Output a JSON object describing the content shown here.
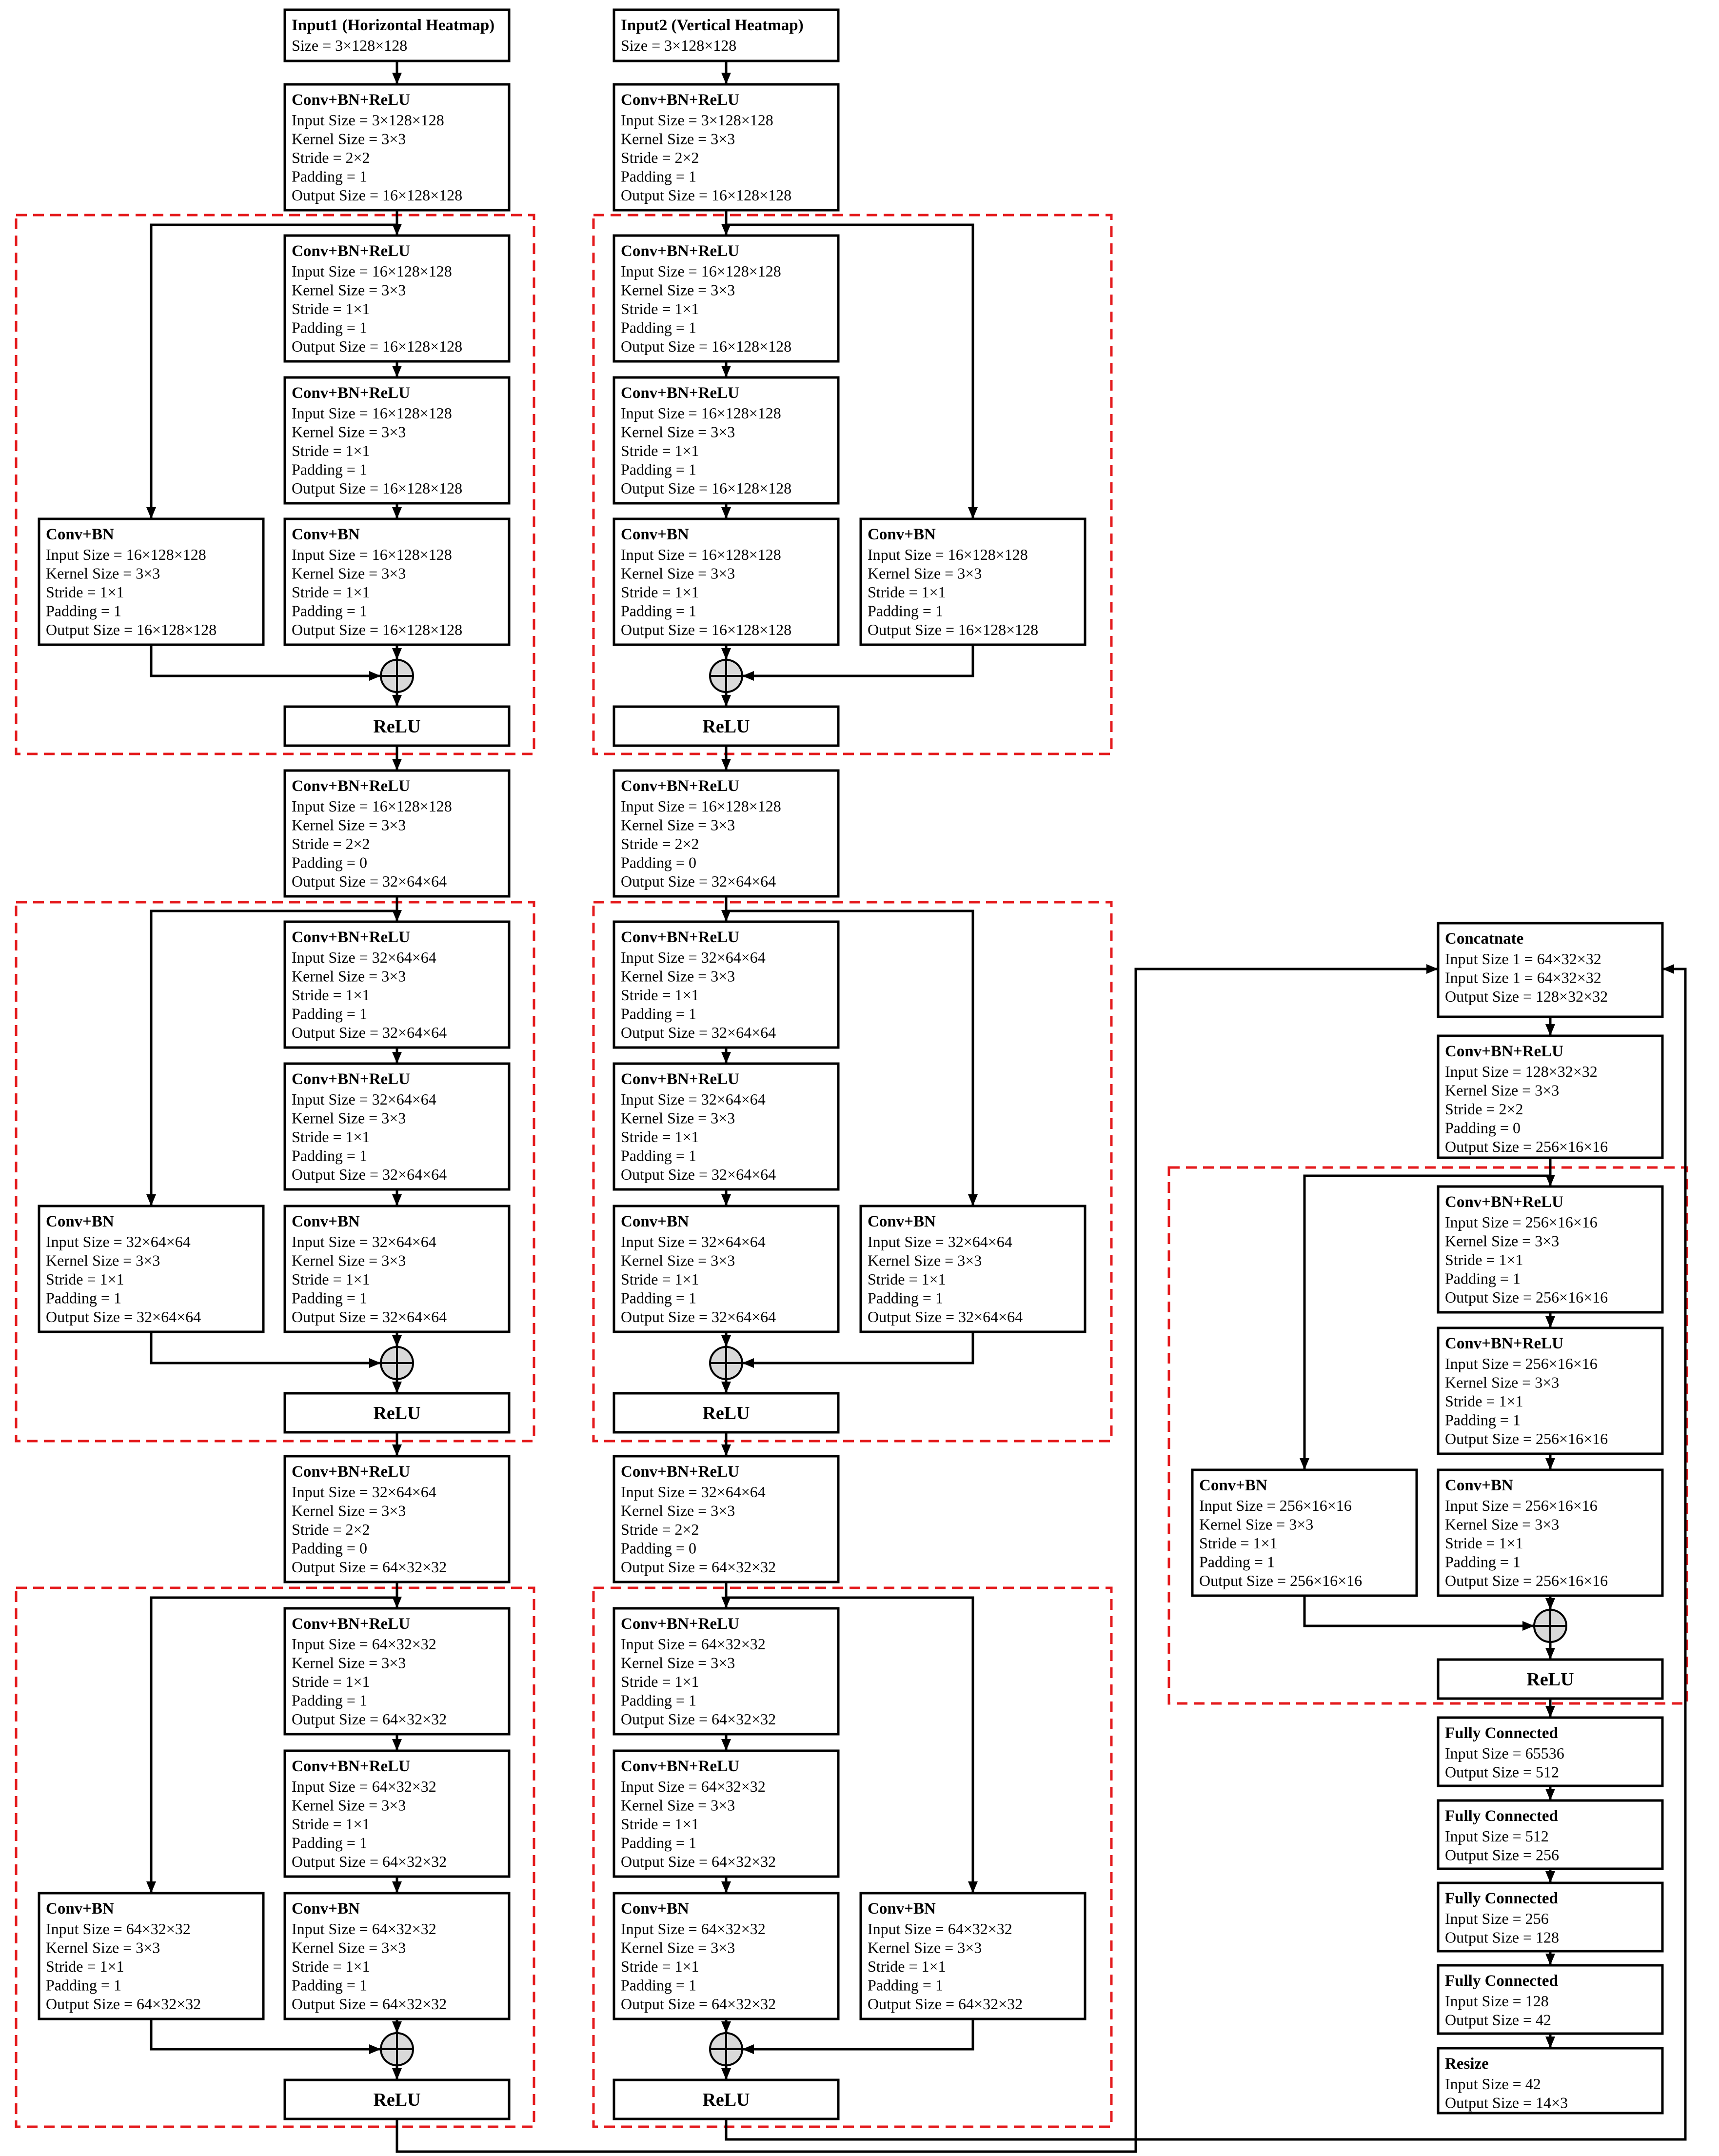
{
  "blocks": {
    "in1": {
      "title": "Input1 (Horizontal Heatmap)",
      "lines": [
        "Size = 3×128×128"
      ]
    },
    "in2": {
      "title": "Input2 (Vertical Heatmap)",
      "lines": [
        "Size = 3×128×128"
      ]
    },
    "cs1": {
      "title": "Conv+BN+ReLU",
      "lines": [
        "Input Size = 3×128×128",
        "Kernel Size = 3×3",
        "Stride = 2×2",
        "Padding = 1",
        "Output Size = 16×128×128"
      ]
    },
    "cs2": {
      "title": "Conv+BN+ReLU",
      "lines": [
        "Input Size = 3×128×128",
        "Kernel Size = 3×3",
        "Stride = 2×2",
        "Padding = 1",
        "Output Size = 16×128×128"
      ]
    },
    "c16a": {
      "title": "Conv+BN+ReLU",
      "lines": [
        "Input Size = 16×128×128",
        "Kernel Size = 3×3",
        "Stride = 1×1",
        "Padding = 1",
        "Output Size = 16×128×128"
      ]
    },
    "c16b": {
      "title": "Conv+BN",
      "lines": [
        "Input Size = 16×128×128",
        "Kernel Size = 3×3",
        "Stride = 1×1",
        "Padding = 1",
        "Output Size = 16×128×128"
      ]
    },
    "d32": {
      "title": "Conv+BN+ReLU",
      "lines": [
        "Input Size = 16×128×128",
        "Kernel Size = 3×3",
        "Stride = 2×2",
        "Padding = 0",
        "Output Size = 32×64×64"
      ]
    },
    "c32a": {
      "title": "Conv+BN+ReLU",
      "lines": [
        "Input Size = 32×64×64",
        "Kernel Size = 3×3",
        "Stride = 1×1",
        "Padding = 1",
        "Output Size = 32×64×64"
      ]
    },
    "c32b": {
      "title": "Conv+BN",
      "lines": [
        "Input Size = 32×64×64",
        "Kernel Size = 3×3",
        "Stride = 1×1",
        "Padding = 1",
        "Output Size = 32×64×64"
      ]
    },
    "d64": {
      "title": "Conv+BN+ReLU",
      "lines": [
        "Input Size = 32×64×64",
        "Kernel Size = 3×3",
        "Stride = 2×2",
        "Padding = 0",
        "Output Size = 64×32×32"
      ]
    },
    "c64a": {
      "title": "Conv+BN+ReLU",
      "lines": [
        "Input Size = 64×32×32",
        "Kernel Size = 3×3",
        "Stride = 1×1",
        "Padding = 1",
        "Output Size = 64×32×32"
      ]
    },
    "c64b": {
      "title": "Conv+BN",
      "lines": [
        "Input Size = 64×32×32",
        "Kernel Size = 3×3",
        "Stride = 1×1",
        "Padding = 1",
        "Output Size = 64×32×32"
      ]
    },
    "concat": {
      "title": "Concatnate",
      "lines": [
        "Input Size 1 = 64×32×32",
        "Input Size 1 = 64×32×32",
        "Output Size = 128×32×32"
      ]
    },
    "d256": {
      "title": "Conv+BN+ReLU",
      "lines": [
        "Input Size = 128×32×32",
        "Kernel Size = 3×3",
        "Stride = 2×2",
        "Padding = 0",
        "Output Size = 256×16×16"
      ]
    },
    "c256a": {
      "title": "Conv+BN+ReLU",
      "lines": [
        "Input Size = 256×16×16",
        "Kernel Size = 3×3",
        "Stride = 1×1",
        "Padding = 1",
        "Output Size = 256×16×16"
      ]
    },
    "c256b": {
      "title": "Conv+BN",
      "lines": [
        "Input Size = 256×16×16",
        "Kernel Size = 3×3",
        "Stride = 1×1",
        "Padding = 1",
        "Output Size = 256×16×16"
      ]
    },
    "fc1": {
      "title": "Fully Connected",
      "lines": [
        "Input Size = 65536",
        "Output Size = 512"
      ]
    },
    "fc2": {
      "title": "Fully Connected",
      "lines": [
        "Input Size = 512",
        "Output Size = 256"
      ]
    },
    "fc3": {
      "title": "Fully Connected",
      "lines": [
        "Input Size = 256",
        "Output Size = 128"
      ]
    },
    "fc4": {
      "title": "Fully Connected",
      "lines": [
        "Input Size = 128",
        "Output Size = 42"
      ]
    },
    "resize": {
      "title": "Resize",
      "lines": [
        "Input Size = 42",
        "Output Size = 14×3"
      ]
    },
    "relu": {
      "title": "ReLU",
      "lines": []
    }
  }
}
